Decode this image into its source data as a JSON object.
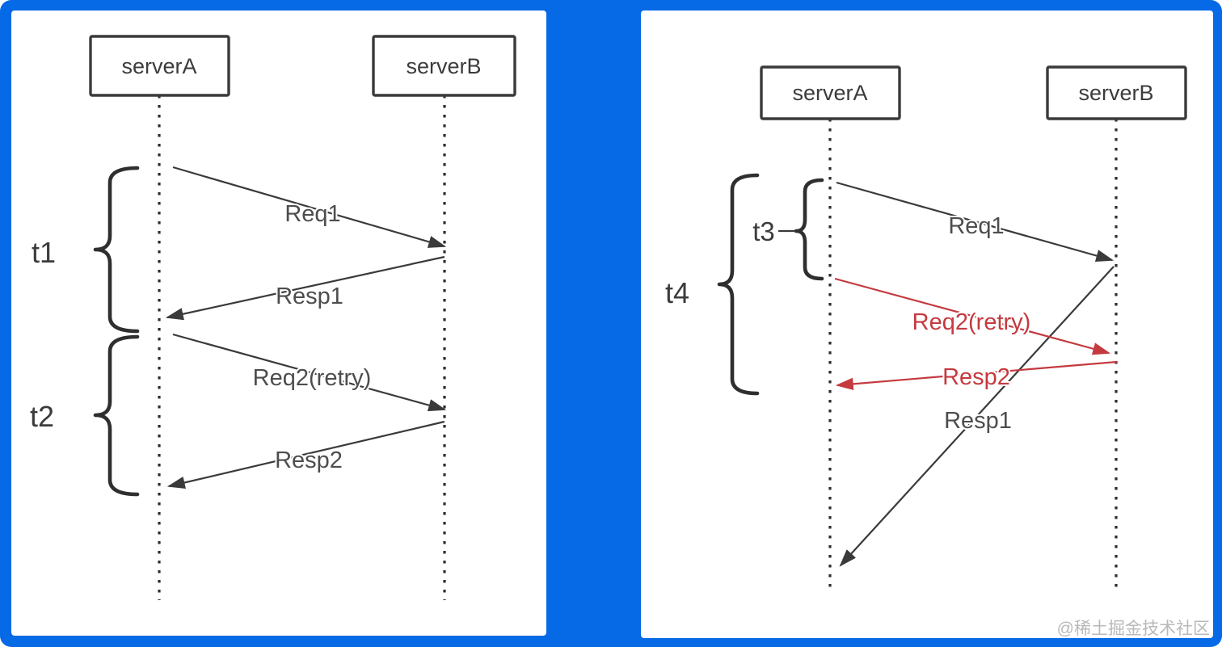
{
  "colors": {
    "background": "#0669e6",
    "panel": "#ffffff",
    "line": "#3a3a3a",
    "red": "#c43a3f",
    "msg_text": "#4d4d4d",
    "watermark": "#b9b9b9"
  },
  "left_diagram": {
    "actors": {
      "a": "serverA",
      "b": "serverB"
    },
    "brackets": {
      "t1": "t1",
      "t2": "t2"
    },
    "messages": {
      "req1": "Req1",
      "resp1": "Resp1",
      "req2": "Req2(retry)",
      "resp2": "Resp2"
    }
  },
  "right_diagram": {
    "actors": {
      "a": "serverA",
      "b": "serverB"
    },
    "brackets": {
      "t3": "t3",
      "t4": "t4"
    },
    "messages": {
      "req1": "Req1",
      "resp1": "Resp1",
      "req2": "Req2(retry)",
      "resp2": "Resp2"
    }
  },
  "watermark": "@稀土掘金技术社区"
}
